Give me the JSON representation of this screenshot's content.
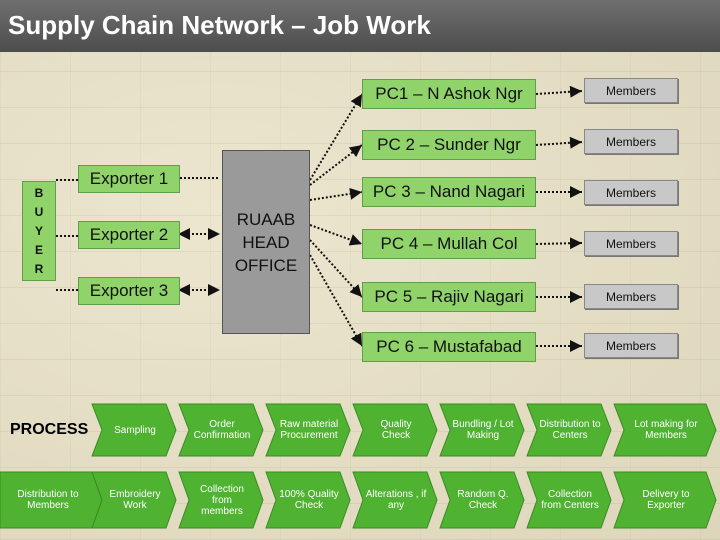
{
  "title": "Supply Chain Network – Job Work",
  "buyer_letters": [
    "B",
    "U",
    "Y",
    "E",
    "R"
  ],
  "exporters": [
    "Exporter 1",
    "Exporter 2",
    "Exporter 3"
  ],
  "head_office": "RUAAB HEAD OFFICE",
  "production_centres": [
    {
      "name": "PC1 – N Ashok Ngr",
      "members": "Members"
    },
    {
      "name": "PC 2 – Sunder Ngr",
      "members": "Members"
    },
    {
      "name": "PC 3 – Nand Nagari",
      "members": "Members"
    },
    {
      "name": "PC 4 – Mullah Col",
      "members": "Members"
    },
    {
      "name": "PC 5 – Rajiv Nagari",
      "members": "Members"
    },
    {
      "name": "PC 6 – Mustafabad",
      "members": "Members"
    }
  ],
  "process_label": "PROCESS",
  "process_row1": [
    "Sampling",
    "Order Confirmation",
    "Raw material Procurement",
    "Quality Check",
    "Bundling / Lot Making",
    "Distribution to Centers",
    "Lot making for Members"
  ],
  "process_row2": [
    "Distribution to Members",
    "Embroidery Work",
    "Collection from members",
    "100% Quality Check",
    "Alterations , if any",
    "Random Q. Check",
    "Collection from Centers",
    "Delivery to Exporter"
  ],
  "colors": {
    "green": "#8fd36a",
    "chevron": "#4fb331",
    "grey_box": "#9a9a9a",
    "members_box": "#c8c8c8",
    "title_bar": "#5c5c5c"
  }
}
